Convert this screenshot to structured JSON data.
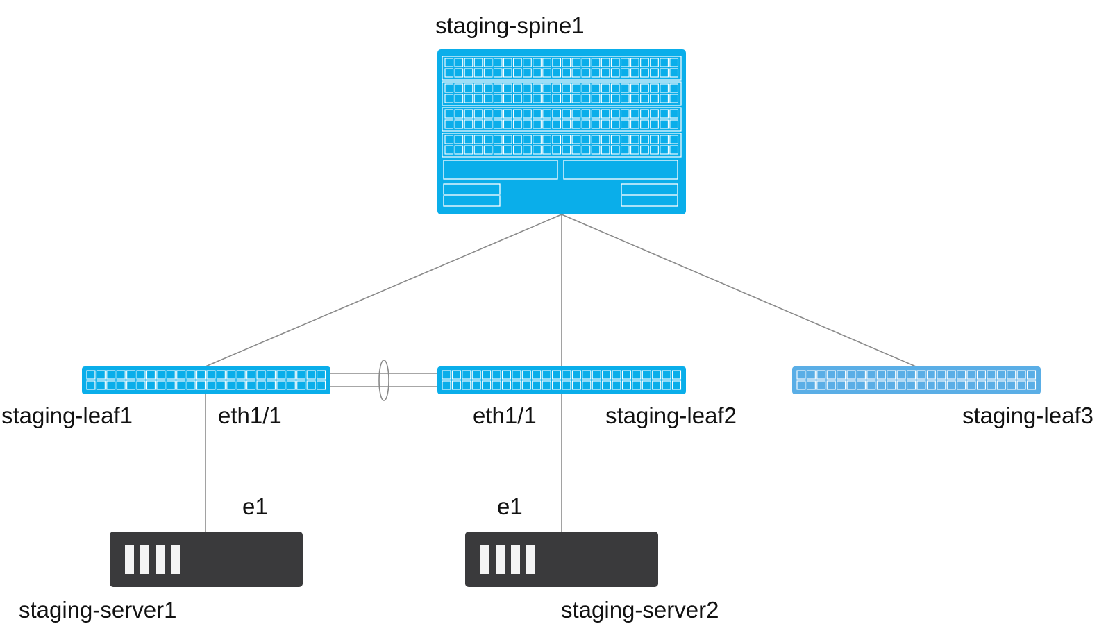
{
  "devices": {
    "spine": {
      "label": "staging-spine1",
      "type": "switch"
    },
    "leaf1": {
      "label": "staging-leaf1",
      "type": "switch"
    },
    "leaf2": {
      "label": "staging-leaf2",
      "type": "switch"
    },
    "leaf3": {
      "label": "staging-leaf3",
      "type": "switch"
    },
    "server1": {
      "label": "staging-server1",
      "type": "server"
    },
    "server2": {
      "label": "staging-server2",
      "type": "server"
    }
  },
  "interfaces": {
    "leaf1_eth": "eth1/1",
    "leaf2_eth": "eth1/1",
    "server1_e": "e1",
    "server2_e": "e1"
  },
  "links": [
    {
      "from": "spine",
      "to": "leaf1"
    },
    {
      "from": "spine",
      "to": "leaf2"
    },
    {
      "from": "spine",
      "to": "leaf3"
    },
    {
      "from": "leaf1",
      "to": "leaf2",
      "kind": "port-channel"
    },
    {
      "from": "leaf1",
      "to": "server1"
    },
    {
      "from": "leaf2",
      "to": "server2"
    }
  ],
  "colors": {
    "switch": "#0aaeea",
    "switch_faded": "#5aaee6",
    "server": "#3a3a3c",
    "link": "#8a8a8a",
    "port": "#ffffff"
  }
}
